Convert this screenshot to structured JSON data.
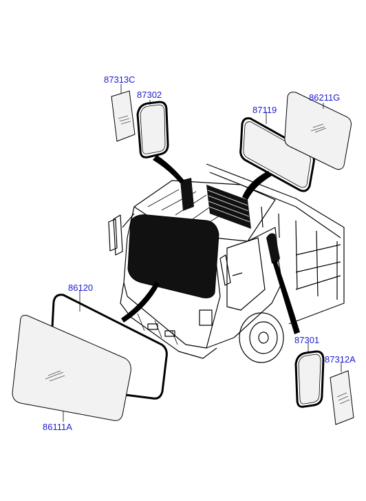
{
  "diagram": {
    "callouts": [
      {
        "id": "87313c",
        "text": "87313C"
      },
      {
        "id": "87302",
        "text": "87302"
      },
      {
        "id": "87119",
        "text": "87119"
      },
      {
        "id": "86211g",
        "text": "86211G"
      },
      {
        "id": "86120",
        "text": "86120"
      },
      {
        "id": "87301",
        "text": "87301"
      },
      {
        "id": "87312a",
        "text": "87312A"
      },
      {
        "id": "86111a",
        "text": "86111A"
      }
    ]
  },
  "colors": {
    "callout_text": "#1a1ad0",
    "line": "#000000",
    "glass_tint": "#f2f2f2"
  }
}
